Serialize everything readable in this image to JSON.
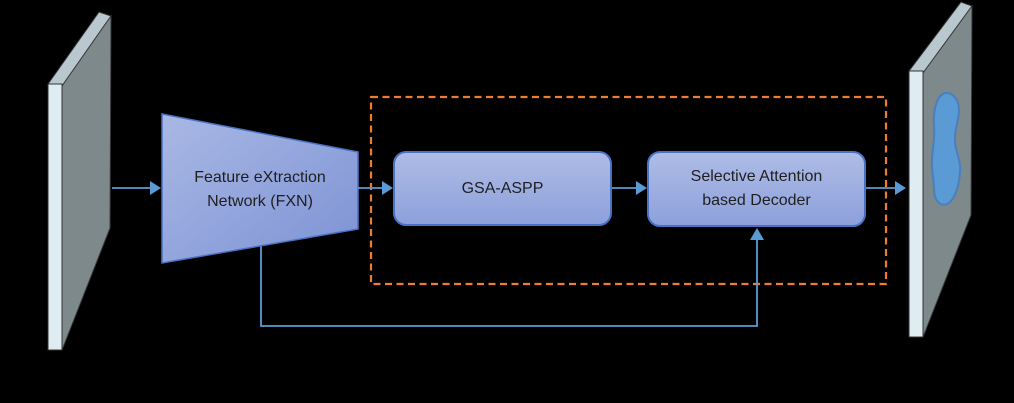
{
  "nodes": {
    "fxn": {
      "line1": "Feature eXtraction",
      "line2": "Network (FXN)"
    },
    "gsa": {
      "label": "GSA-ASPP"
    },
    "decoder": {
      "line1": "Selective Attention",
      "line2": "based Decoder"
    }
  },
  "edges": [
    {
      "from": "input-image-panel",
      "to": "fxn-trapezoid"
    },
    {
      "from": "fxn-trapezoid",
      "to": "gsa-aspp-box"
    },
    {
      "from": "gsa-aspp-box",
      "to": "decoder-box"
    },
    {
      "from": "decoder-box",
      "to": "output-image-panel"
    },
    {
      "from": "fxn-trapezoid",
      "to": "decoder-box",
      "type": "skip-connection"
    }
  ],
  "colors": {
    "background": "#000000",
    "arrow": "#5B9BD5",
    "node_border": "#4A72C4",
    "box_fill_top": "#AEBCE6",
    "box_fill_bottom": "#8DA0DB",
    "trapezoid_fill_light": "#A9B8E4",
    "trapezoid_fill_dark": "#7D92D5",
    "dashed_region": "#ED7D31",
    "panel_face": "#7E898C",
    "panel_strip": "#DFECF2",
    "panel_bevel": "#B9C7CE",
    "panel_outline": "#333333",
    "mask_fill": "#5B9BD5",
    "mask_border": "#4A7FBE",
    "text": "#1F1F1F"
  }
}
